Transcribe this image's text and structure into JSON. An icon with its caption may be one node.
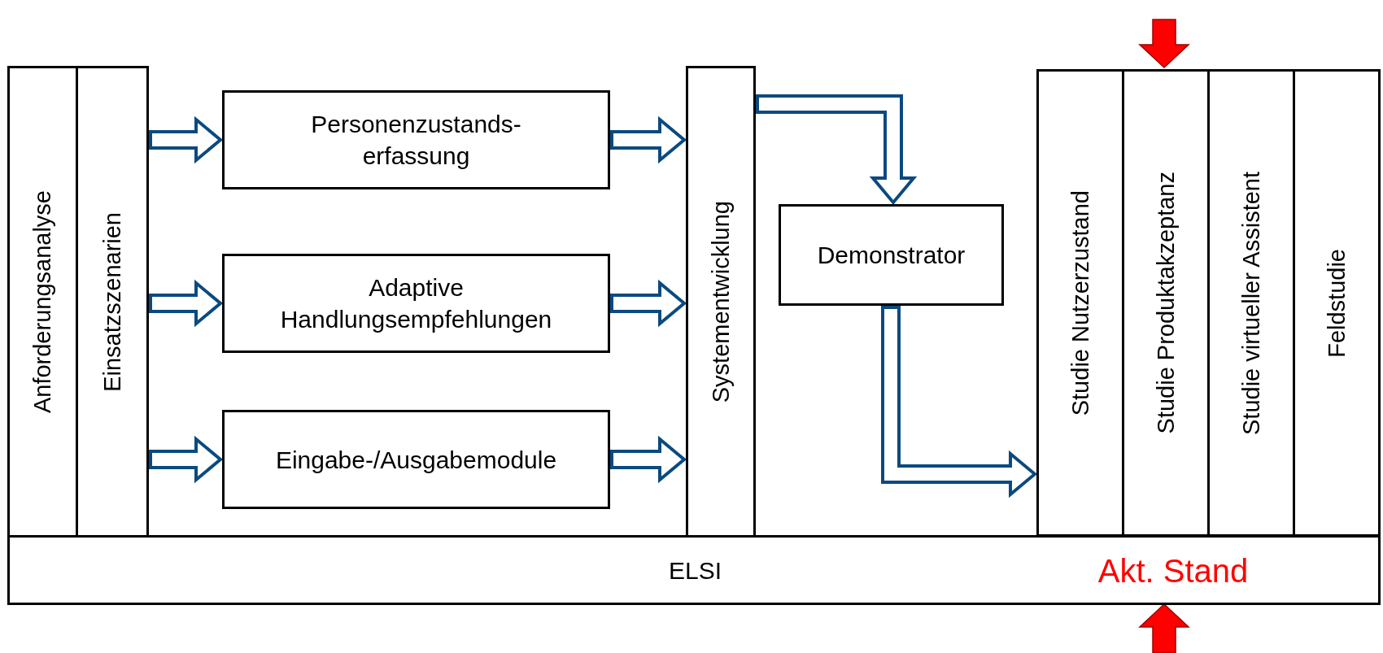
{
  "diagram": {
    "nodes": [
      {
        "text": [
          "Anforderungsanalyse"
        ]
      },
      {
        "text": [
          "Einsatzszenarien"
        ]
      },
      {
        "text": [
          "Personenzustands- erfassung"
        ]
      },
      {
        "text": [
          "Adaptive Handlungsempfehlungen"
        ]
      },
      {
        "text": [
          "Eingabe-/Ausgabemodule"
        ]
      },
      {
        "text": [
          "Systementwicklung"
        ]
      },
      {
        "text": [
          "Demonstrator"
        ]
      },
      {
        "text": [
          "Studie Nutzerzustand"
        ]
      },
      {
        "text": [
          "Studie Produktakzeptanz"
        ]
      },
      {
        "text": [
          "Studie virtueller Assistent"
        ]
      },
      {
        "text": [
          "Feldstudie"
        ]
      },
      {
        "text": [
          "ELSI"
        ]
      },
      {
        "text": [
          "Akt. Stand"
        ],
        "in": 11
      }
    ],
    "edges": [
      {
        "from": 1,
        "to": 2,
        "arrow": "to"
      },
      {
        "from": 1,
        "to": 3,
        "arrow": "to"
      },
      {
        "from": 1,
        "to": 4,
        "arrow": "to"
      },
      {
        "from": 2,
        "to": 5,
        "arrow": "to"
      },
      {
        "from": 3,
        "to": 5,
        "arrow": "to"
      },
      {
        "from": 4,
        "to": 5,
        "arrow": "to"
      },
      {
        "from": 5,
        "to": 6,
        "arrow": "to"
      },
      {
        "from": 6,
        "to": 7,
        "arrow": "to"
      },
      {
        "from": null,
        "to": 8,
        "arrow": "to",
        "color": "#ff0000"
      },
      {
        "from": null,
        "to": 12,
        "arrow": "to",
        "color": "#ff0000"
      }
    ]
  }
}
